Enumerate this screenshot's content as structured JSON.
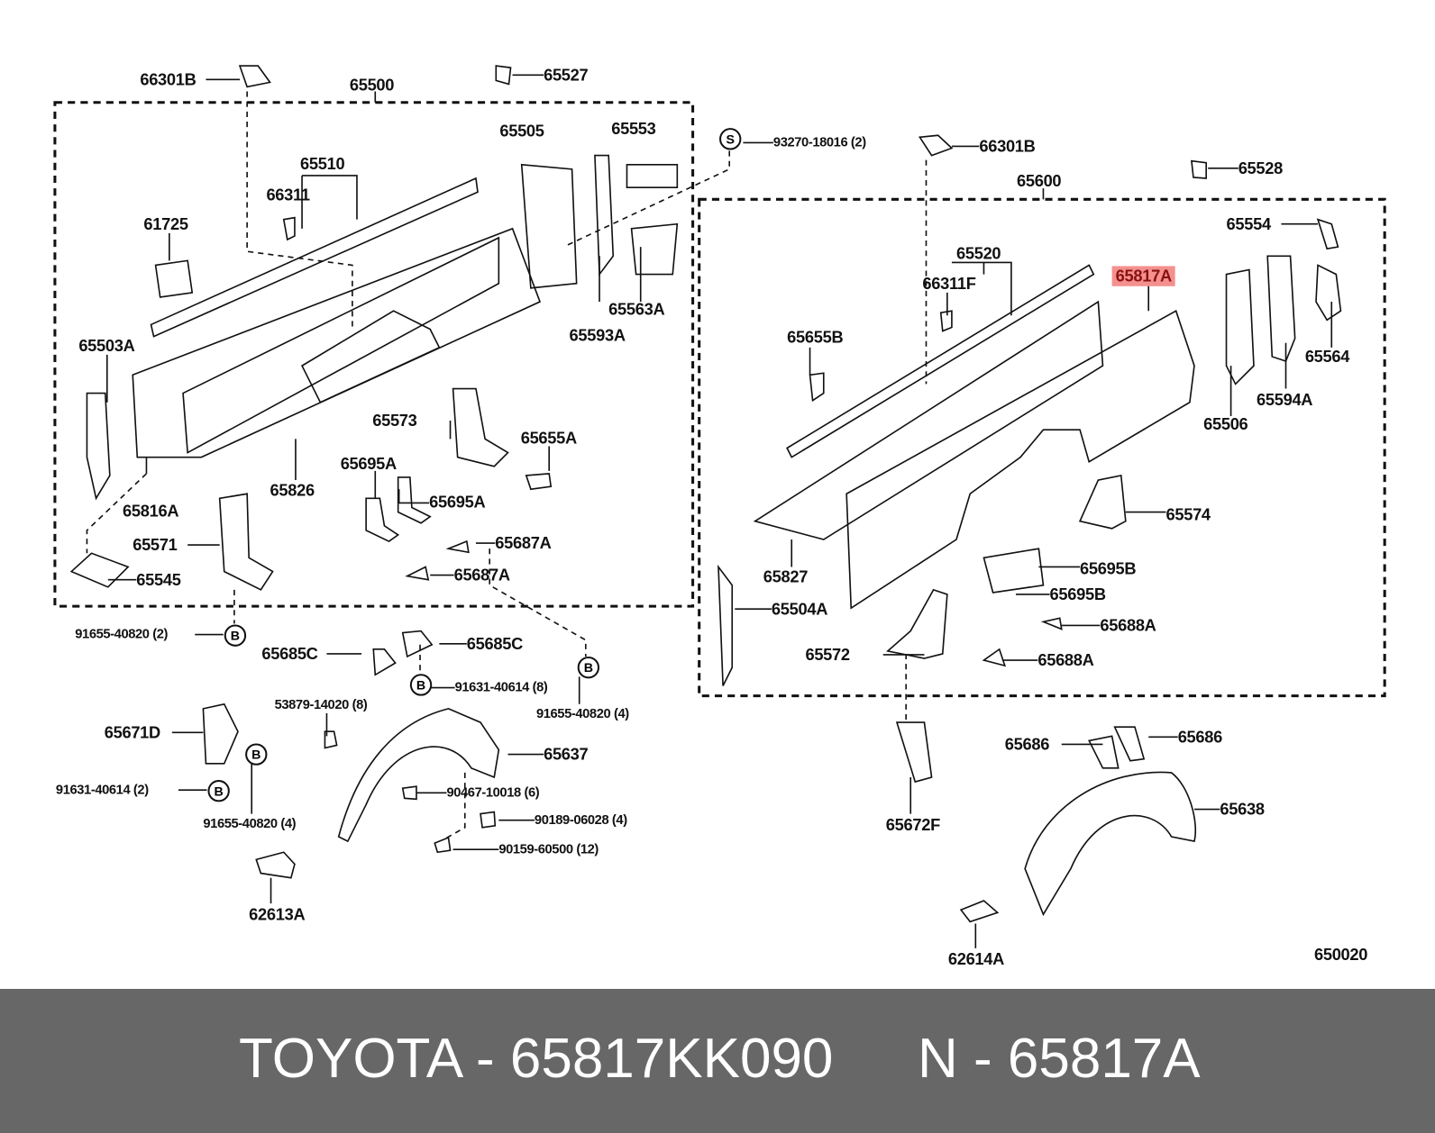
{
  "diagram_code": "650020",
  "labels": [
    "66301B",
    "65500",
    "65527",
    "65505",
    "65553",
    "93270-18016 (2)",
    "66301B",
    "65528",
    "65600",
    "65510",
    "66311",
    "61725",
    "65554",
    "65520",
    "65817A",
    "66311F",
    "65563A",
    "65593A",
    "65503A",
    "65655B",
    "65564",
    "65594A",
    "65573",
    "65506",
    "65655A",
    "65695A",
    "65826",
    "65695A",
    "65816A",
    "65574",
    "65571",
    "65687A",
    "65695B",
    "65545",
    "65687A",
    "65827",
    "65695B",
    "65504A",
    "65688A",
    "91655-40820 (2)",
    "65685C",
    "65685C",
    "65572",
    "65688A",
    "91631-40614 (8)",
    "53879-14020 (8)",
    "91655-40820 (4)",
    "65686",
    "65686",
    "65671D",
    "65637",
    "91631-40614 (2)",
    "90467-10018 (6)",
    "65638",
    "90189-06028 (4)",
    "91655-40820 (4)",
    "65672F",
    "90159-60500 (12)",
    "62613A",
    "62614A"
  ],
  "markers": {
    "bolt": "B",
    "screw": "S"
  },
  "highlight_color": "#f4908e",
  "footer": {
    "left": "TOYOTA - 65817KK090",
    "right": "N - 65817A"
  }
}
